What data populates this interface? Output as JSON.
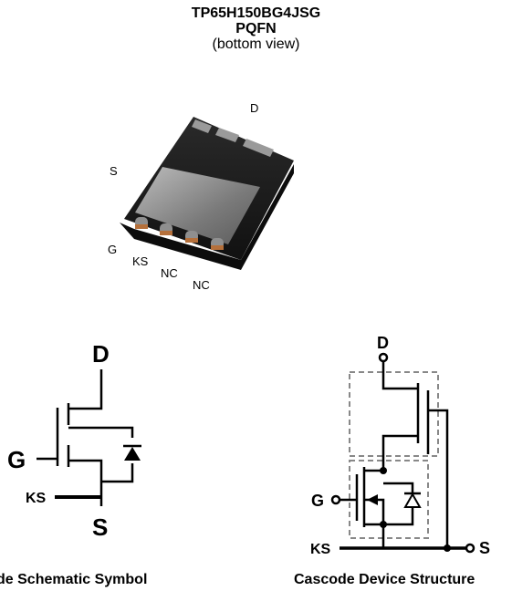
{
  "header": {
    "part_number": "TP65H150BG4JSG",
    "package": "PQFN",
    "view": "(bottom view)"
  },
  "package_pins": {
    "D": "D",
    "S": "S",
    "G": "G",
    "KS": "KS",
    "NC1": "NC",
    "NC2": "NC"
  },
  "schematic_symbol": {
    "D": "D",
    "G": "G",
    "KS": "KS",
    "S": "S",
    "caption": "de Schematic Symbol"
  },
  "cascode_structure": {
    "D": "D",
    "G": "G",
    "KS": "KS",
    "S": "S",
    "caption": "Cascode Device Structure"
  },
  "colors": {
    "package_body": "#1b1b1b",
    "pad": "#8a8a8a",
    "pin_copper": "#b5703b",
    "dashed_box": "#888888"
  }
}
